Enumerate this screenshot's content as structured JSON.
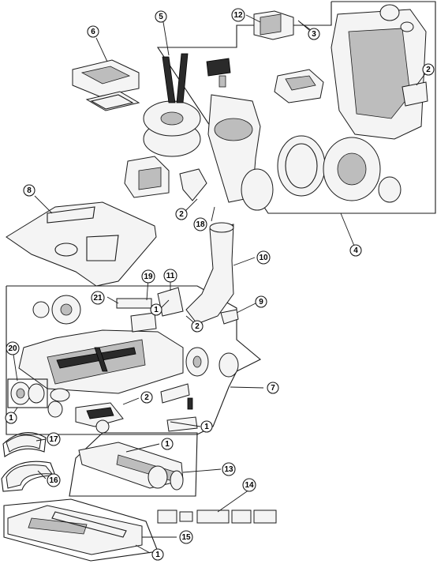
{
  "callouts": [
    {
      "id": "c12",
      "label": "12"
    },
    {
      "id": "c3",
      "label": "3"
    },
    {
      "id": "c6",
      "label": "6"
    },
    {
      "id": "c5",
      "label": "5"
    },
    {
      "id": "c2a",
      "label": "2"
    },
    {
      "id": "c2b",
      "label": "2"
    },
    {
      "id": "c18",
      "label": "18"
    },
    {
      "id": "c4",
      "label": "4"
    },
    {
      "id": "c8",
      "label": "8"
    },
    {
      "id": "c10",
      "label": "10"
    },
    {
      "id": "c19",
      "label": "19"
    },
    {
      "id": "c11",
      "label": "11"
    },
    {
      "id": "c21",
      "label": "21"
    },
    {
      "id": "c1a",
      "label": "1"
    },
    {
      "id": "c9",
      "label": "9"
    },
    {
      "id": "c2c",
      "label": "2"
    },
    {
      "id": "c20",
      "label": "20"
    },
    {
      "id": "c7",
      "label": "7"
    },
    {
      "id": "c2d",
      "label": "2"
    },
    {
      "id": "c1b",
      "label": "1"
    },
    {
      "id": "c1c",
      "label": "1"
    },
    {
      "id": "c17",
      "label": "17"
    },
    {
      "id": "c1d",
      "label": "1"
    },
    {
      "id": "c16",
      "label": "16"
    },
    {
      "id": "c13",
      "label": "13"
    },
    {
      "id": "c14",
      "label": "14"
    },
    {
      "id": "c15",
      "label": "15"
    },
    {
      "id": "c1e",
      "label": "1"
    }
  ]
}
